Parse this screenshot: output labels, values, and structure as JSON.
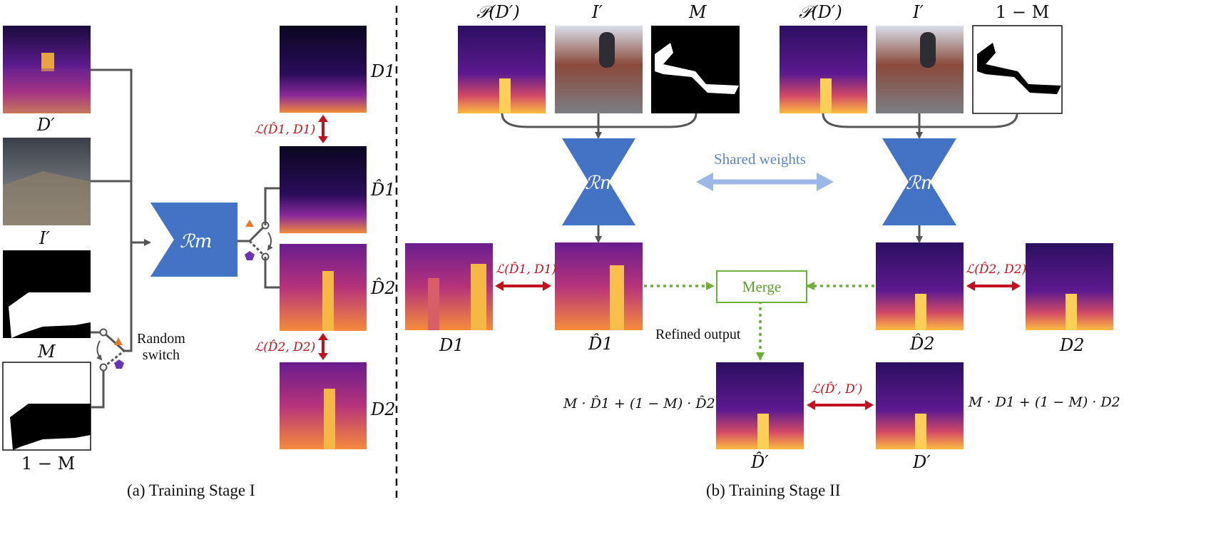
{
  "stage1": {
    "inputs": {
      "depth_label": "D′",
      "image_label": "I′",
      "mask_label": "M",
      "inv_mask_label": "1 − M"
    },
    "switch_text": [
      "Random",
      "switch"
    ],
    "network_label": "ℛm",
    "outputs": {
      "d1_label": "D1",
      "d1_hat_label": "D̂1",
      "d2_hat_label": "D̂2",
      "d2_label": "D2"
    },
    "loss1": "ℒ(D̂1, D1)",
    "loss2": "ℒ(D̂2, D2)",
    "caption": "(a) Training Stage I"
  },
  "stage2": {
    "left_inputs": [
      "𝒫(D′)",
      "I′",
      "M"
    ],
    "right_inputs": [
      "𝒫(D′)",
      "I′",
      "1 − M"
    ],
    "network_label": "ℛm",
    "shared_weights": "Shared weights",
    "merge_label": "Merge",
    "refined_output": "Refined output",
    "d1_label": "D1",
    "d1_hat_label": "D̂1",
    "d2_hat_label": "D̂2",
    "d2_label": "D2",
    "loss_left": "ℒ(D̂1, D1)",
    "loss_right": "ℒ(D̂2, D2)",
    "loss_merge": "ℒ(D̂′, D′)",
    "merged_pred_label": "D̂′",
    "merged_gt_label": "D′",
    "formula_pred": "M · D̂1 + (1 − M) · D̂2",
    "formula_gt": "M · D1 + (1 − M) · D2",
    "caption": "(b) Training Stage II"
  },
  "colors": {
    "network": "#4472c4",
    "loss_arrow": "#c1121f",
    "merge_green": "#6fae3a",
    "shared_arrow": "#9db7e6",
    "connector": "#555555",
    "switch_triangle": "#e07b29",
    "switch_pentagon": "#6a35b0"
  }
}
